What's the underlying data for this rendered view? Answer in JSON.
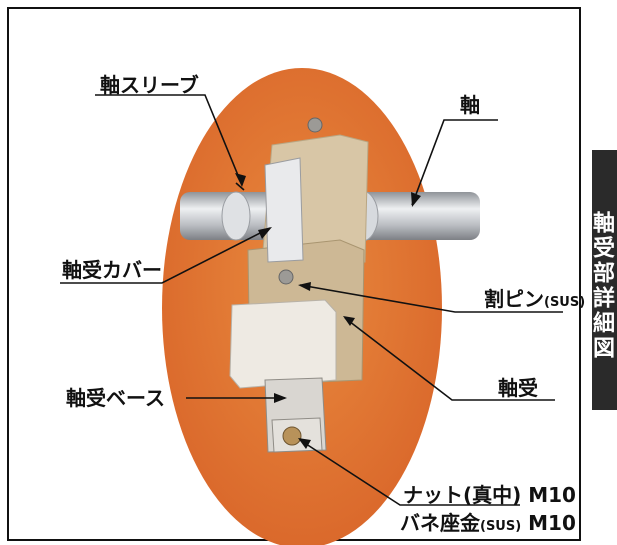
{
  "labels": {
    "shaft_sleeve": "軸スリーブ",
    "shaft": "軸",
    "bearing_cover": "軸受カバー",
    "split_pin_main": "割ピン",
    "split_pin_sub": "(SUS)",
    "bearing": "軸受",
    "bearing_base": "軸受ベース",
    "nut_line": "ナット(真中) M10",
    "washer_main": "バネ座金",
    "washer_sub": "(SUS)",
    "washer_size": " M10"
  },
  "side_tab": {
    "text": "軸受部詳細図"
  },
  "colors": {
    "background_oval": "#e0732c",
    "shaft": "#c9ccd1",
    "bearing_block": "#e8dcc8",
    "bracket": "#d6d3cf",
    "line": "#111111"
  }
}
